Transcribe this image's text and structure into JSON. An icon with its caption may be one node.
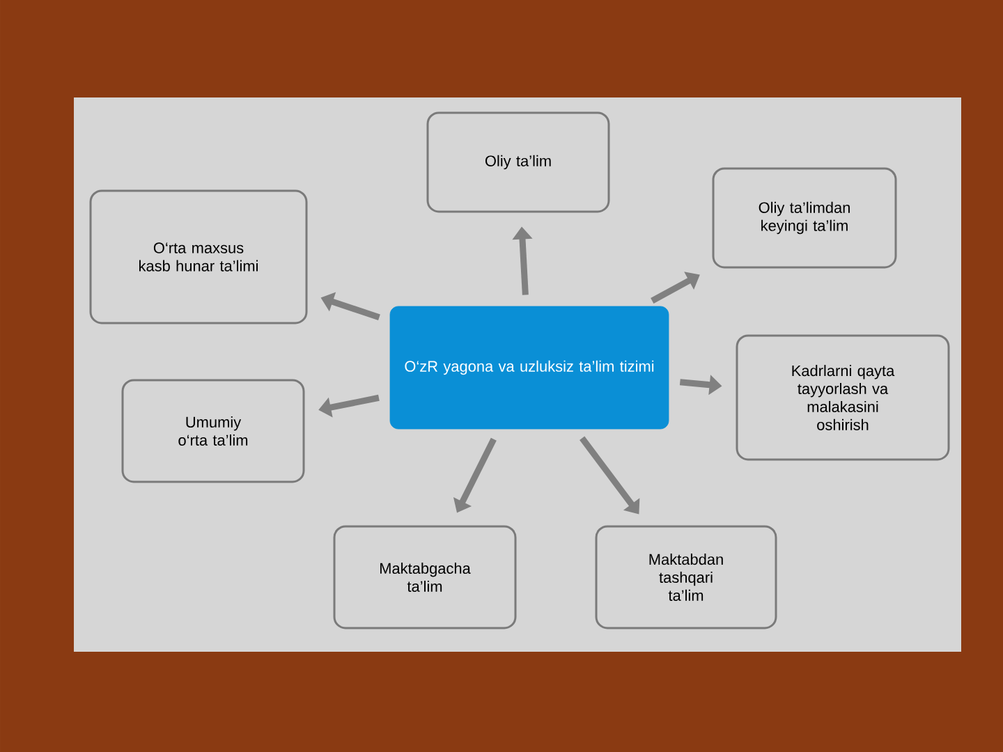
{
  "diagram": {
    "nodes": [
      {
        "text": [
          "Oliy ta’lim"
        ]
      },
      {
        "text": [
          "O‘rta maxsus kasb hunar ta’limi"
        ]
      },
      {
        "text": [
          "Oliy ta’limdan keyingi ta’lim"
        ]
      },
      {
        "text": [
          "O‘zR yagona va uzluksiz ta’lim tizimi"
        ]
      },
      {
        "text": [
          "Umumiy o‘rta ta’lim"
        ]
      },
      {
        "text": [
          "Kadrlarni qayta tayyorlash va malakasini oshirish"
        ]
      },
      {
        "text": [
          "Maktabgacha ta’lim"
        ]
      },
      {
        "text": [
          "Maktabdan tashqari ta’lim"
        ]
      }
    ],
    "edges": [
      {
        "from": 3,
        "to": 0,
        "arrow": "to"
      },
      {
        "from": 3,
        "to": 1,
        "arrow": "to"
      },
      {
        "from": 3,
        "to": 2,
        "arrow": "to"
      },
      {
        "from": 3,
        "to": 4,
        "arrow": "to"
      },
      {
        "from": 3,
        "to": 5,
        "arrow": "to"
      },
      {
        "from": 3,
        "to": 6,
        "arrow": "to"
      },
      {
        "from": 3,
        "to": 7,
        "arrow": "to"
      }
    ]
  }
}
